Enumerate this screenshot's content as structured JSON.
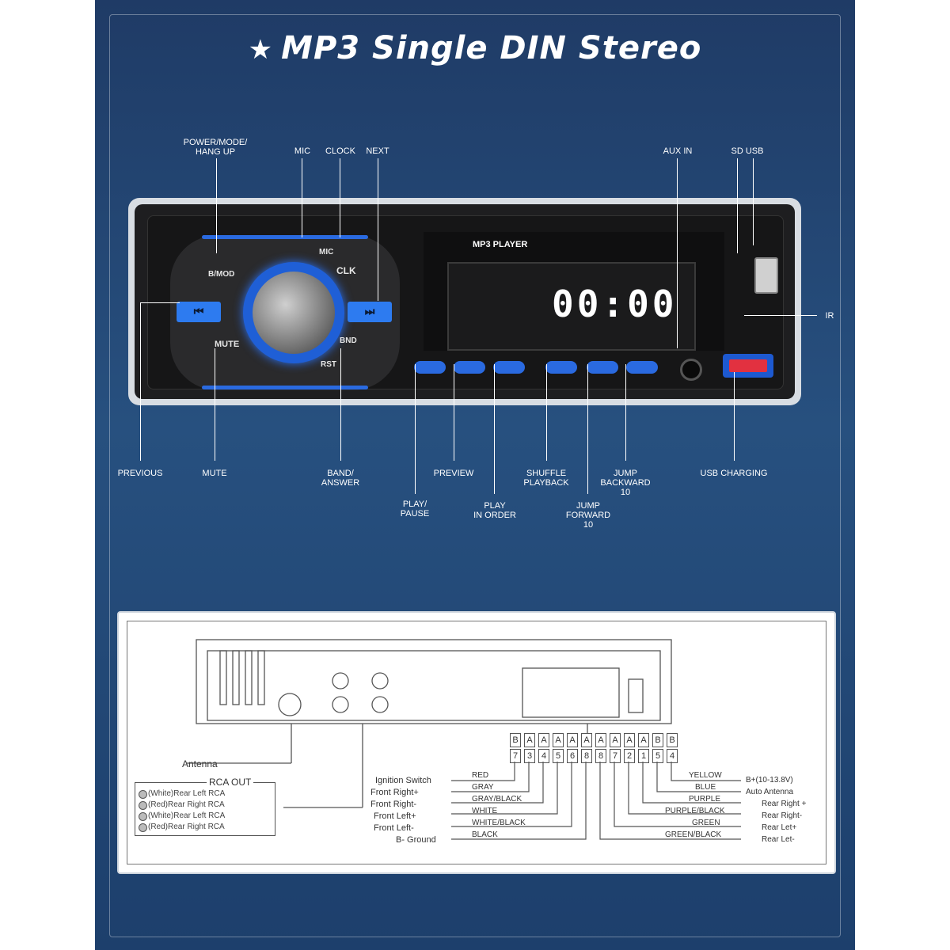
{
  "title": "MP3 Single DIN Stereo",
  "labels": {
    "power": "POWER/MODE/\nHANG UP",
    "mic": "MIC",
    "clock": "CLOCK",
    "next": "NEXT",
    "aux": "AUX IN",
    "sdusb": "SD USB",
    "ir": "IR",
    "previous": "PREVIOUS",
    "mute": "MUTE",
    "band": "BAND/\nANSWER",
    "playpause": "PLAY/\nPAUSE",
    "preview": "PREVIEW",
    "playinorder": "PLAY\nIN ORDER",
    "shuffle": "SHUFFLE\nPLAYBACK",
    "jumpfwd": "JUMP\nFORWARD\n10",
    "jumpback": "JUMP\nBACKWARD\n10",
    "usbcharging": "USB CHARGING"
  },
  "unit": {
    "mp3_label": "MP3 PLAYER",
    "clock_display": "00:00",
    "face_mic": "MIC",
    "face_clk": "CLK",
    "face_mode": "B/MOD",
    "face_mute": "MUTE",
    "face_bnd": "BND",
    "face_rst": "RST",
    "prev_btn": "⏮",
    "next_btn": "⏭"
  },
  "wiring": {
    "antenna": "Antenna",
    "rca_title": "RCA OUT",
    "rca_items": [
      "(White)Rear Left RCA",
      "(Red)Rear Right RCA",
      "(White)Rear Left RCA",
      "(Red)Rear Right RCA"
    ],
    "pins_top": [
      "B",
      "A",
      "A",
      "A",
      "A",
      "A",
      "A",
      "A",
      "A",
      "A",
      "B",
      "B"
    ],
    "pins_bottom": [
      "7",
      "3",
      "4",
      "5",
      "6",
      "8",
      "8",
      "7",
      "2",
      "1",
      "5",
      "4"
    ],
    "left_labels": [
      "Ignition Switch",
      "Front Right+",
      "Front Right-",
      "Front Left+",
      "Front Left-",
      "B- Ground"
    ],
    "left_colors": [
      "RED",
      "GRAY",
      "GRAY/BLACK",
      "WHITE",
      "WHITE/BLACK",
      "BLACK"
    ],
    "right_colors": [
      "YELLOW",
      "BLUE",
      "PURPLE",
      "PURPLE/BLACK",
      "GREEN",
      "GREEN/BLACK"
    ],
    "right_labels": [
      "B+(10-13.8V)",
      "Auto Antenna",
      "Rear Right +",
      "Rear Right-",
      "Rear Let+",
      "Rear Let-"
    ]
  }
}
